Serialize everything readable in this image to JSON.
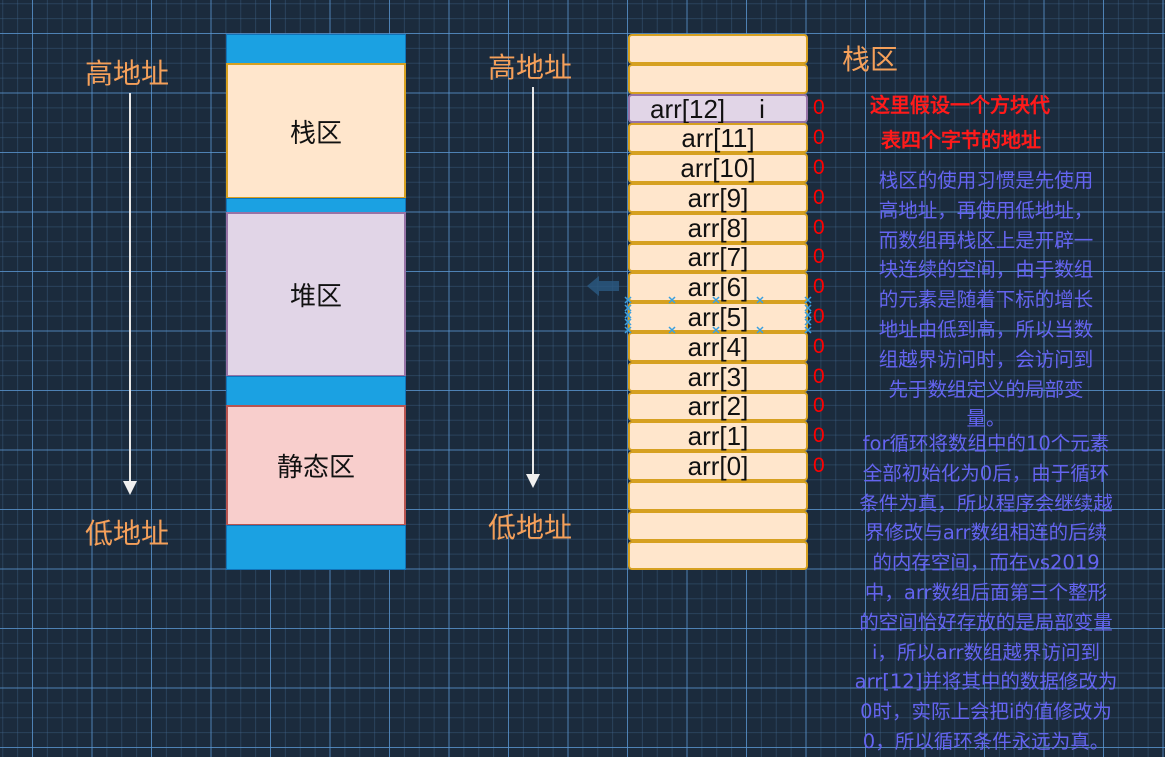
{
  "left_diagram": {
    "high_address_label": "高地址",
    "low_address_label": "低地址",
    "segments": [
      {
        "kind": "blue",
        "label": ""
      },
      {
        "kind": "stack",
        "label": "栈区"
      },
      {
        "kind": "blue",
        "label": ""
      },
      {
        "kind": "heap",
        "label": "堆区"
      },
      {
        "kind": "blue",
        "label": ""
      },
      {
        "kind": "static",
        "label": "静态区"
      },
      {
        "kind": "blue",
        "label": ""
      }
    ]
  },
  "right_diagram": {
    "high_address_label": "高地址",
    "low_address_label": "低地址",
    "stack_title": "栈区",
    "cells": [
      {
        "label": "",
        "value": ""
      },
      {
        "label": "",
        "value": ""
      },
      {
        "label": "arr[12]",
        "extra": "i",
        "value": "0",
        "highlight": true
      },
      {
        "label": "arr[11]",
        "value": "0"
      },
      {
        "label": "arr[10]",
        "value": "0"
      },
      {
        "label": "arr[9]",
        "value": "0"
      },
      {
        "label": "arr[8]",
        "value": "0"
      },
      {
        "label": "arr[7]",
        "value": "0"
      },
      {
        "label": "arr[6]",
        "value": "0"
      },
      {
        "label": "arr[5]",
        "value": "0",
        "selected": true
      },
      {
        "label": "arr[4]",
        "value": "0"
      },
      {
        "label": "arr[3]",
        "value": "0"
      },
      {
        "label": "arr[2]",
        "value": "0"
      },
      {
        "label": "arr[1]",
        "value": "0"
      },
      {
        "label": "arr[0]",
        "value": "0"
      },
      {
        "label": "",
        "value": ""
      },
      {
        "label": "",
        "value": ""
      },
      {
        "label": "",
        "value": ""
      }
    ]
  },
  "notes": {
    "red_line_1": "这里假设一个方块代",
    "red_line_2": "表四个字节的地址",
    "blue_paragraph_1": [
      "栈区的使用习惯是先使用",
      "高地址，再使用低地址，",
      "而数组再栈区上是开辟一",
      "块连续的空间，由于数组",
      "的元素是随着下标的增长",
      "地址由低到高，所以当数",
      "组越界访问时，会访问到",
      "先于数组定义的局部变",
      "量。"
    ],
    "blue_paragraph_2": [
      "for循环将数组中的10个元素",
      "全部初始化为0后，由于循环",
      "条件为真，所以程序会继续越",
      "界修改与arr数组相连的后续",
      "的内存空间，而在vs2019",
      "中，arr数组后面第三个整形",
      "的空间恰好存放的是局部变量",
      "i，所以arr数组越界访问到",
      "arr[12]并将其中的数据修改为",
      "0时，实际上会把i的值修改为",
      "0，所以循环条件永远为真。"
    ]
  },
  "colors": {
    "background": "#1b2b3d",
    "address_label": "#f5a05a",
    "blue_segment": "#1ba1e2",
    "stack_fill": "#ffe6cc",
    "heap_fill": "#e1d5e7",
    "static_fill": "#f8cecc",
    "value_red": "#ff0000",
    "note_blue": "#6464f0"
  }
}
